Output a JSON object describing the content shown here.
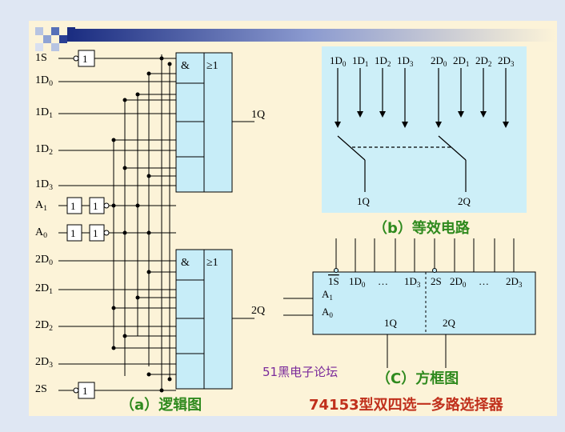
{
  "left_diagram": {
    "inputs": [
      "1S",
      "1D",
      "1D",
      "1D",
      "1D",
      "A",
      "A",
      "2D",
      "2D",
      "2D",
      "2D",
      "2S"
    ],
    "input_subs": [
      "",
      "0",
      "1",
      "2",
      "3",
      "1",
      "0",
      "0",
      "1",
      "2",
      "3",
      ""
    ],
    "gate_and": "&",
    "gate_or": "≥1",
    "buffer_label": "1",
    "output_top": "1Q",
    "output_bottom": "2Q",
    "caption": "（a）逻辑图"
  },
  "equiv_circuit": {
    "inputs1": [
      "1D",
      "1D",
      "1D",
      "1D"
    ],
    "inputs2": [
      "2D",
      "2D",
      "2D",
      "2D"
    ],
    "subs": [
      "0",
      "1",
      "2",
      "3"
    ],
    "out1": "1Q",
    "out2": "2Q",
    "caption": "（b）等效电路"
  },
  "block_diagram": {
    "pins_top": [
      "1S",
      "1D",
      "…",
      "1D",
      "2S",
      "2D",
      "…",
      "2D"
    ],
    "pin_subs": [
      "",
      "0",
      "",
      "3",
      "",
      "0",
      "",
      "3"
    ],
    "sel": [
      "A",
      "A"
    ],
    "sel_subs": [
      "1",
      "0"
    ],
    "out1": "1Q",
    "out2": "2Q",
    "caption": "（C）方框图"
  },
  "watermark": "51黑电子论坛",
  "title": "74153型双四选一多路选择器",
  "colors": {
    "accent_green": "#2f8a1e",
    "title_red": "#c0301c",
    "watermark": "#7a2a9a",
    "equiv_bg": "#cdeff8",
    "block_bg": "#c7edf8"
  }
}
